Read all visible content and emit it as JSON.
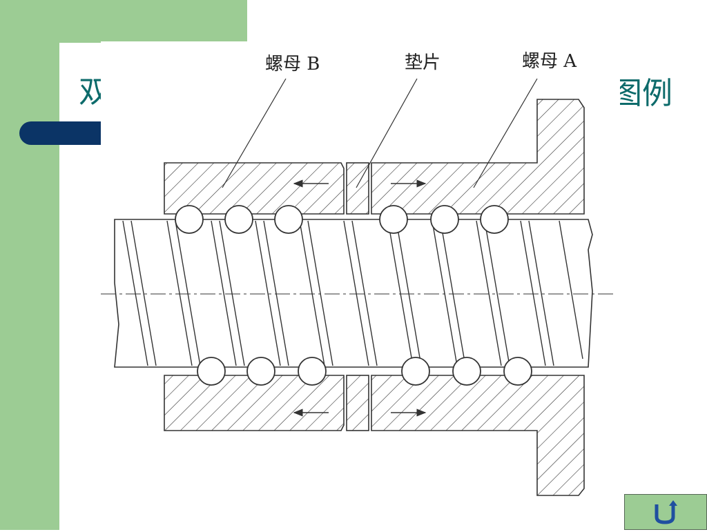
{
  "slide": {
    "title_left": "双",
    "title_right": "图例"
  },
  "diagram": {
    "labels": {
      "nut_b": "螺母 B",
      "spacer": "垫片",
      "nut_a": "螺母 A"
    }
  },
  "colors": {
    "background_green": "#9ccc94",
    "accent_blue": "#0b3466",
    "title_teal": "#0d6b6b"
  },
  "nav": {
    "return_icon": "u-turn-return-icon"
  }
}
